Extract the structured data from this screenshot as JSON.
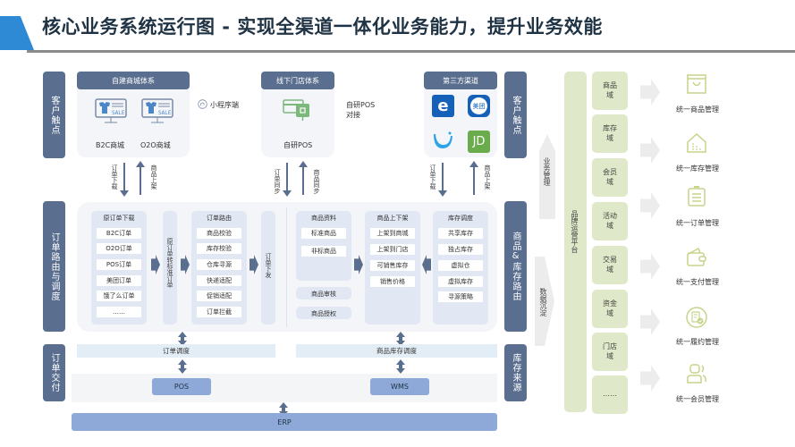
{
  "title": "核心业务系统运行图 - 实现全渠道一体化业务能力，提升业务效能",
  "colors": {
    "accent_blue": "#2f8ad6",
    "sidebar": "#5a6f8f",
    "panel_bg": "#f3f5f8",
    "column_bg": "#e1e8f3",
    "system_box": "#8ea8d8",
    "domain_green": "#dfe8c8",
    "icon_green": "#c5d48a"
  },
  "left_sidebars": {
    "touchpoint": "客户触点",
    "order_routing": "订单路由与调度",
    "order_delivery": "订单交付"
  },
  "right_sidebars": {
    "touchpoint": "客户触点",
    "goods_routing": "商品&库存路由",
    "stock_source": "库存来源"
  },
  "channels": {
    "self_mall": {
      "header": "自建商城体系",
      "items": [
        "B2C商城",
        "O2O商城"
      ],
      "side_note": "小程序端",
      "icon": "monitor-sale-icon"
    },
    "offline_store": {
      "header": "线下门店体系",
      "item": "自研POS",
      "side_note_line1": "自研POS",
      "side_note_line2": "对接",
      "icon": "pos-terminal-icon"
    },
    "third_party": {
      "header": "第三方渠道",
      "apps": [
        {
          "name": "eleme",
          "glyph": "e",
          "color": "#1560b8"
        },
        {
          "name": "meituan",
          "glyph": "美团",
          "color": "#1560b8"
        },
        {
          "name": "baidu-smile",
          "glyph": "◡",
          "color": "#2da3e8"
        },
        {
          "name": "jd",
          "glyph": "JD",
          "color": "#6aac4b"
        }
      ]
    }
  },
  "flow_labels": {
    "self_down": "订单下载",
    "self_up": "商品上架",
    "pos_down": "订单同步",
    "pos_up": "商品同步",
    "third_down": "订单下载",
    "third_up": "商品上架"
  },
  "order_routing": {
    "source_download": {
      "header": "原订单下载",
      "items": [
        "B2C订单",
        "O2O订单",
        "POS订单",
        "美团订单",
        "饿了么订单",
        "……"
      ]
    },
    "convert": "原订单转标准订单",
    "routing": {
      "header": "订单路由",
      "items": [
        "商品校验",
        "库存校验",
        "仓库寻源",
        "快递适配",
        "促销适配",
        "订单拦截"
      ]
    },
    "dispatch": "订单下发"
  },
  "goods_routing": {
    "goods_data": {
      "header": "商品资料",
      "items": [
        "标准商品",
        "非标商品"
      ]
    },
    "review": "商品审核",
    "auth": "商品授权",
    "shelf": {
      "header": "商品上下架",
      "items": [
        "上架到商城",
        "上架到门店",
        "可销售库存",
        "销售价格"
      ]
    },
    "stock": {
      "header": "库存调度",
      "items": [
        "共享库存",
        "独占库存",
        "虚拟仓",
        "虚拟库存",
        "寻源策略"
      ]
    }
  },
  "bottom": {
    "order_dispatch": "订单调度",
    "goods_stock_dispatch": "商品库存调度",
    "pos": "POS",
    "wms": "WMS",
    "erp": "ERP"
  },
  "right_section": {
    "business_mgmt": "业务管理",
    "data_precipitation": "数据沉淀",
    "platform": "品牌运营平台",
    "domains": [
      "商品域",
      "库存域",
      "会员域",
      "活动域",
      "交易域",
      "资金域",
      "门店域",
      "……"
    ],
    "management": [
      {
        "label": "统一商品管理",
        "icon": "shopping-bag-icon"
      },
      {
        "label": "统一库存管理",
        "icon": "warehouse-icon"
      },
      {
        "label": "统一订单管理",
        "icon": "order-list-icon"
      },
      {
        "label": "统一支付管理",
        "icon": "wallet-icon"
      },
      {
        "label": "统一履约管理",
        "icon": "fulfillment-check-icon"
      },
      {
        "label": "统一会员管理",
        "icon": "members-icon"
      }
    ]
  }
}
